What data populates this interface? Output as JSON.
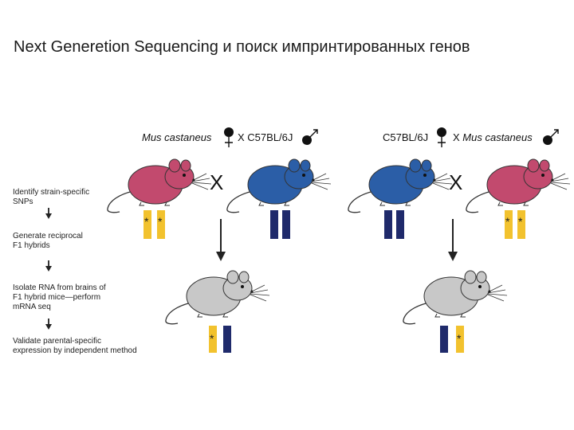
{
  "title": "Next Generetion Sequencing и поиск импринтированных генов",
  "steps": [
    "Identify strain-specific\nSNPs",
    "Generate reciprocal\nF1 hybrids",
    "Isolate RNA from brains of\nF1 hybrid mice—perform\nmRNA seq",
    "Validate parental-specific\nexpression by independent method"
  ],
  "crosses": [
    {
      "mother": "Mus castaneus",
      "cross_sign": "X",
      "father": "C57BL/6J"
    },
    {
      "mother": "C57BL/6J",
      "cross_sign": "X",
      "father": "Mus castaneus"
    }
  ],
  "mating_sign": "X",
  "snp_marker": "*",
  "colors": {
    "castaneus_mouse": "#c24a6e",
    "c57_mouse": "#2b5ea7",
    "f1_mouse": "#c8c8c8",
    "snp_allele": "#f2c22e",
    "reference_allele": "#1f2a6b",
    "arrow": "#222222"
  },
  "icons": {
    "female": "female-symbol-icon",
    "male": "male-symbol-icon",
    "mouse": "mouse-icon",
    "arrow": "down-arrow-icon"
  }
}
